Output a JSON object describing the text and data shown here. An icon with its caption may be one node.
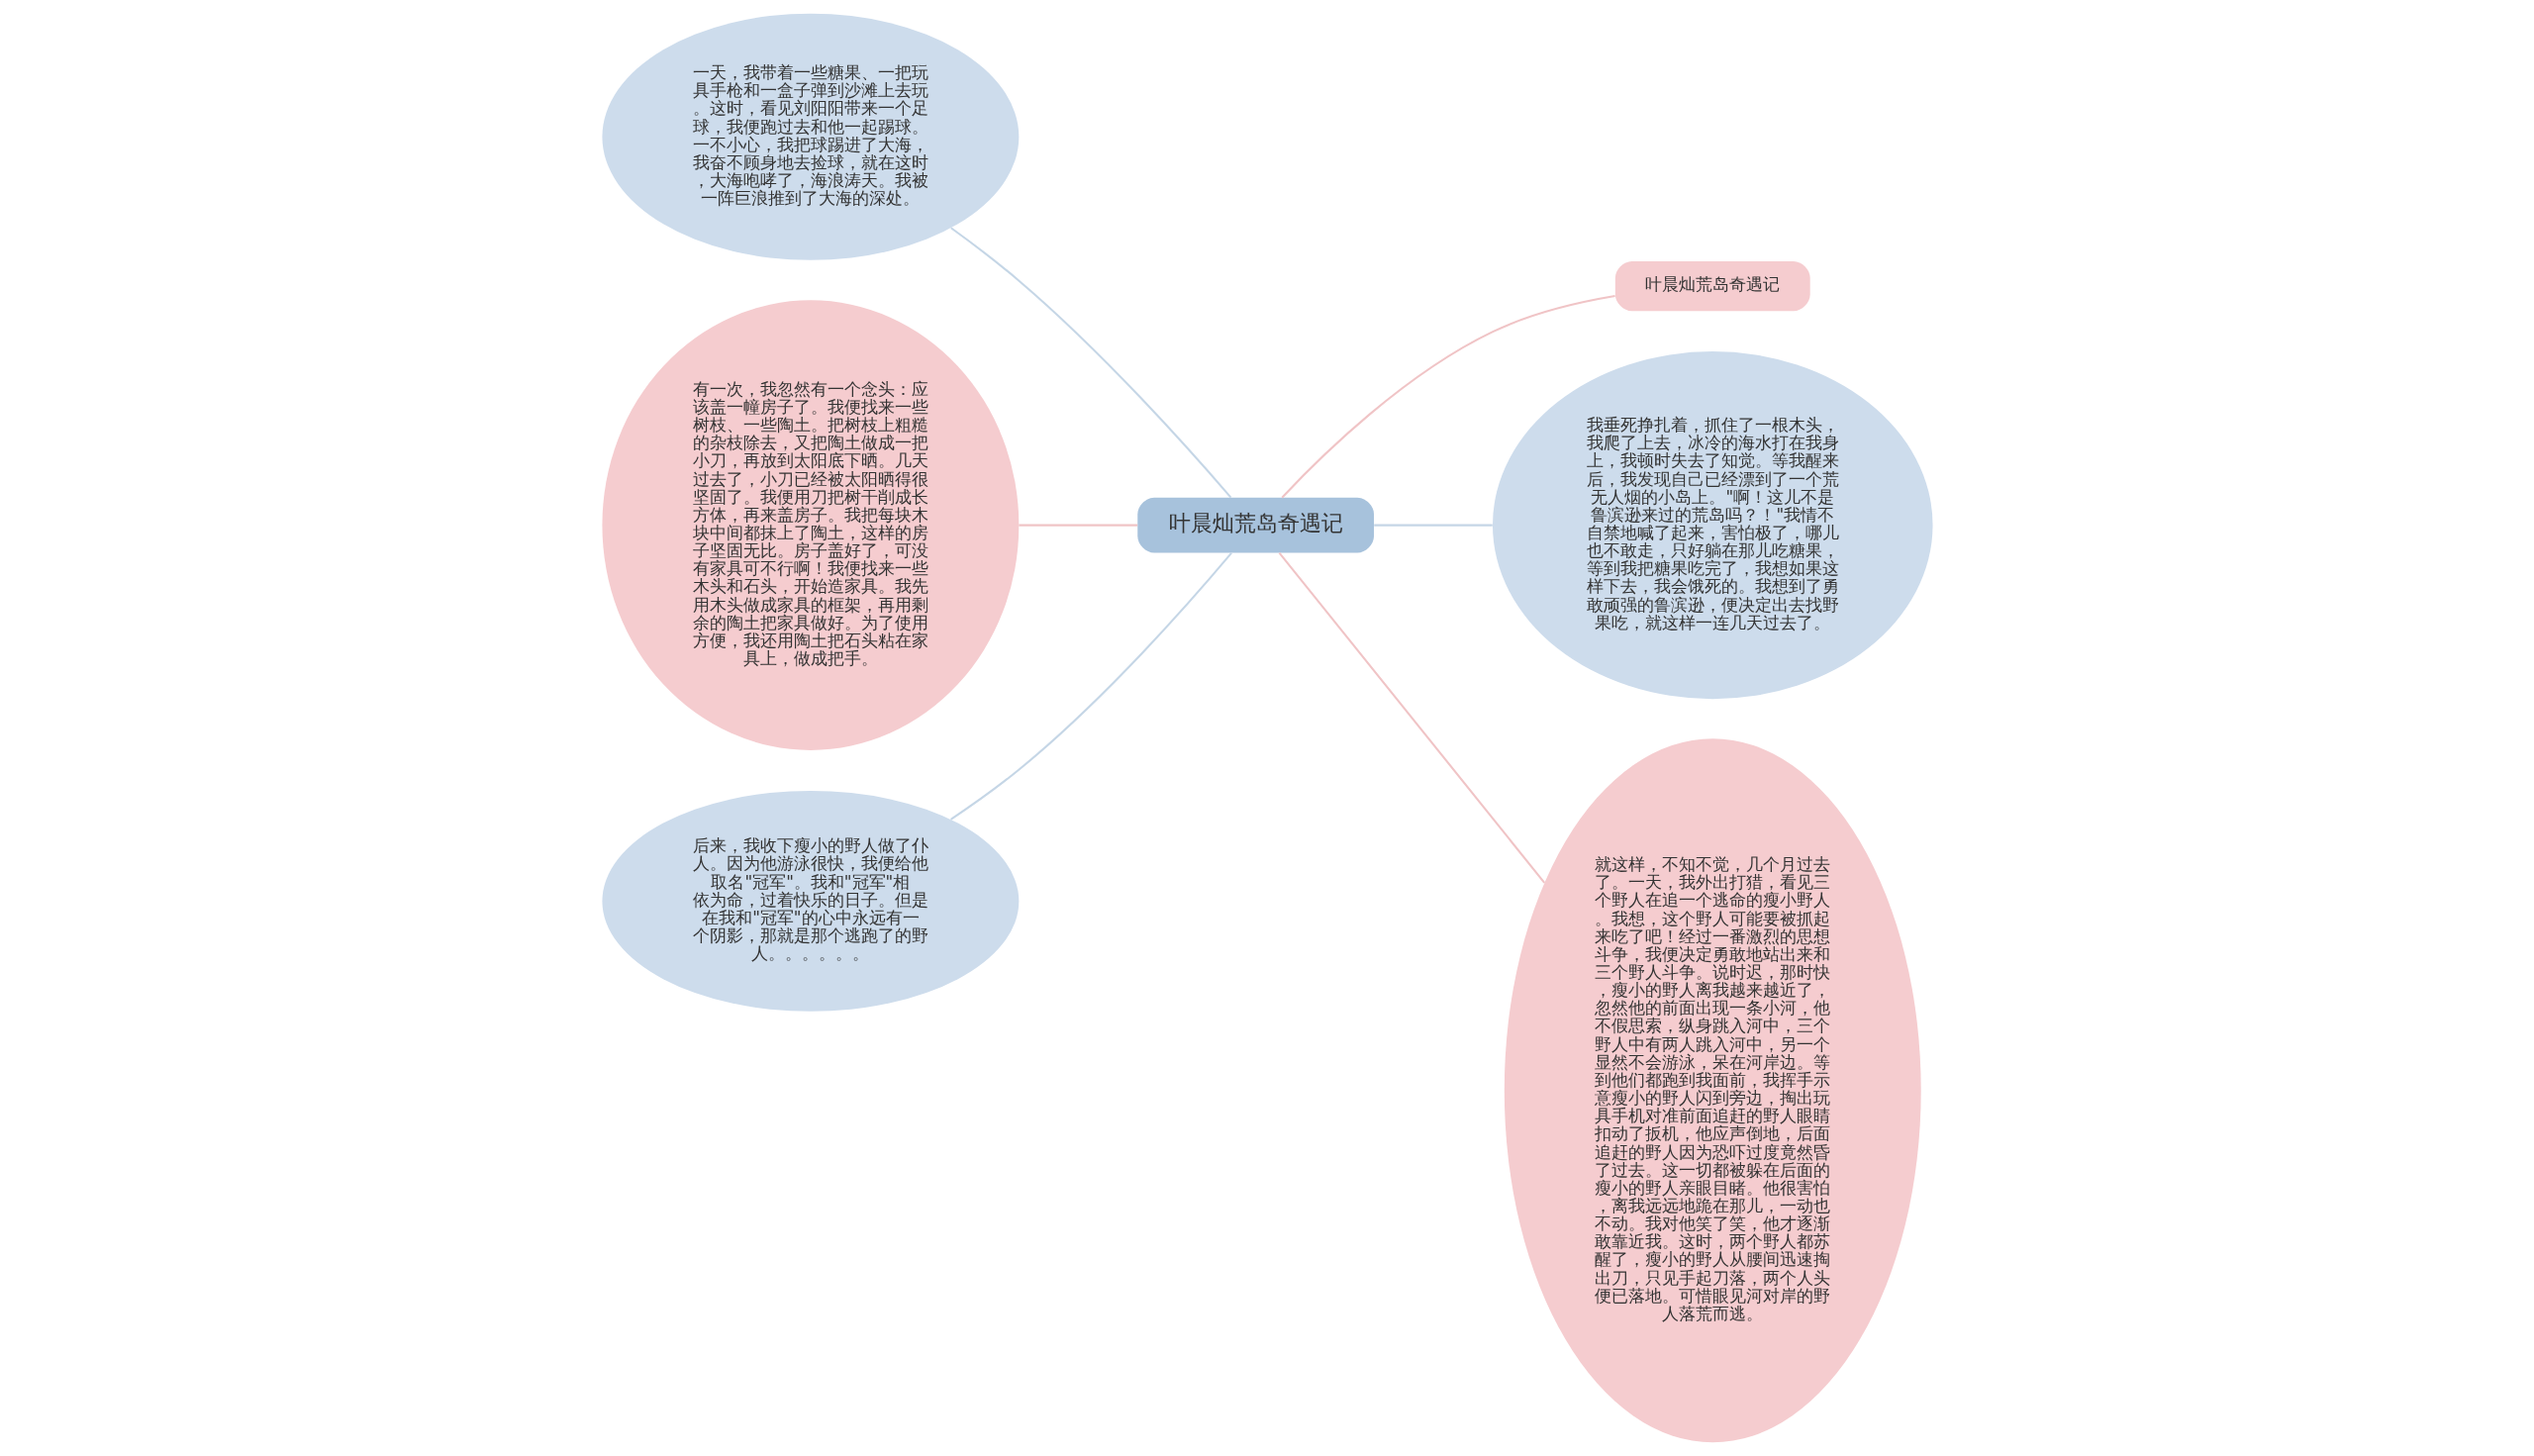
{
  "diagram": {
    "nodes": [
      {
        "text": [
          "叶晨灿荒岛奇遇记"
        ]
      },
      {
        "text": [
          "叶晨灿荒岛奇遇记"
        ]
      },
      {
        "text": [
          "一天，我带着一些糖果、一把玩具手枪和一盒子弹到沙滩上去玩。这时，看见刘阳阳带来一个足球，我便跑过去和他一起踢球。一不小心，我把球踢进了大海，我奋不顾身地去捡球，就在这时，大海咆哮了，海浪涛天。我被一阵巨浪推到了大海的深处。"
        ]
      },
      {
        "text": [
          "我垂死挣扎着，抓住了一根木头，我爬了上去，冰冷的海水打在我身上，我顿时失去了知觉。等我醒来后，我发现自己已经漂到了一个荒无人烟的小岛上。\"啊！这儿不是鲁滨逊来过的荒岛吗？！\"我情不自禁地喊了起来，害怕极了，哪儿也不敢走，只好躺在那儿吃糖果，等到我把糖果吃完了，我想如果这样下去，我会饿死的。我想到了勇敢顽强的鲁滨逊，便决定出去找野果吃，就这样一连几天过去了。"
        ]
      },
      {
        "text": [
          "有一次，我忽然有一个念头：应该盖一幢房子了。我便找来一些树枝、一些陶土。把树枝上粗糙的杂枝除去，又把陶土做成一把小刀，再放到太阳底下晒。几天过去了，小刀已经被太阳晒得很坚固了。我便用刀把树干削成长方体，再来盖房子。我把每块木块中间都抹上了陶土，这样的房子坚固无比。房子盖好了，可没有家具可不行啊！我便找来一些木头和石头，开始造家具。我先用木头做成家具的框架，再用剩余的陶土把家具做好。为了使用方便，我还用陶土把石头粘在家具上，做成把手。"
        ]
      },
      {
        "text": [
          "就这样，不知不觉，几个月过去了。一天，我外出打猎，看见三个野人在追一个逃命的瘦小野人。我想，这个野人可能要被抓起来吃了吧！经过一番激烈的思想斗争，我便决定勇敢地站出来和三个野人斗争。说时迟，那时快，瘦小的野人离我越来越近了，忽然他的前面出现一条小河，他不假思索，纵身跳入河中，三个野人中有两人跳入河中，另一个显然不会游泳，呆在河岸边。等到他们都跑到我面前，我挥手示意瘦小的野人闪到旁边，掏出玩具手机对准前面追赶的野人眼睛扣动了扳机，他应声倒地，后面追赶的野人因为恐吓过度竟然昏了过去。这一切都被躲在后面的瘦小的野人亲眼目睹。他很害怕，离我远远地跪在那儿，一动也不动。我对他笑了笑，他才逐渐敢靠近我。这时，两个野人都苏醒了，瘦小的野人从腰间迅速掏出刀，只见手起刀落，两个人头便已落地。可惜眼见河对岸的野人落荒而逃。"
        ]
      },
      {
        "text": [
          "后来，我收下瘦小的野人做了仆人。因为他游泳很快，我便给他取名\"冠军\"。我和\"冠军\"相依为命，过着快乐的日子。但是在我和\"冠军\"的心中永远有一个阴影，那就是那个逃跑了的野人。。。。。。"
        ]
      }
    ],
    "edges": [
      {
        "from": 0,
        "to": 1,
        "arrow": "none",
        "color": "#f0c4c6"
      },
      {
        "from": 0,
        "to": 2,
        "arrow": "none"
      },
      {
        "from": 0,
        "to": 3,
        "arrow": "none"
      },
      {
        "from": 0,
        "to": 4,
        "arrow": "none",
        "color": "#f0c4c6"
      },
      {
        "from": 0,
        "to": 5,
        "arrow": "none",
        "color": "#f0c4c6"
      },
      {
        "from": 0,
        "to": 6,
        "arrow": "none"
      }
    ]
  }
}
